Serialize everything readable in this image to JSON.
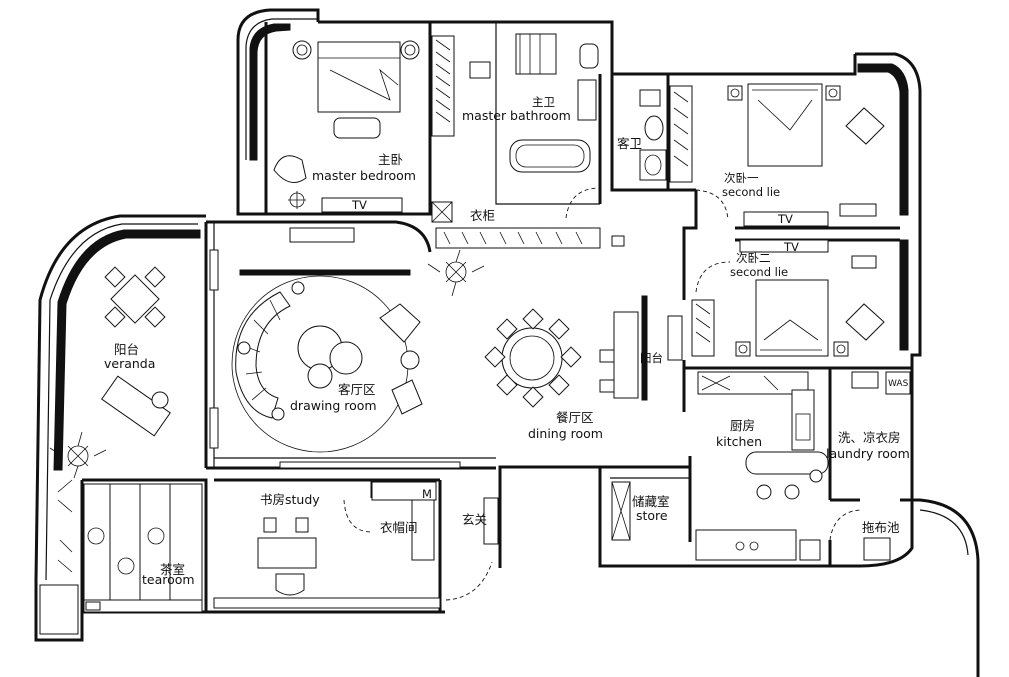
{
  "rooms": {
    "master_bedroom": {
      "cn": "主卧",
      "en": "master bedroom"
    },
    "master_bathroom": {
      "cn": "主卫",
      "en": "master bathroom"
    },
    "guest_wc": {
      "cn": "客卫"
    },
    "wardrobe": {
      "cn": "衣柜"
    },
    "second_lie_1": {
      "cn": "次卧一",
      "en": "second lie"
    },
    "second_lie_2": {
      "cn": "次卧二",
      "en": "second lie"
    },
    "veranda": {
      "cn": "阳台",
      "en": "veranda"
    },
    "drawing_room": {
      "cn": "客厅区",
      "en": "drawing room"
    },
    "dining_room": {
      "cn": "餐厅区",
      "en": "dining room"
    },
    "balcony_small": {
      "cn": "阳台"
    },
    "kitchen": {
      "cn": "厨房",
      "en": "kitchen"
    },
    "laundry": {
      "cn": "洗、凉衣房",
      "en": "laundry room"
    },
    "store": {
      "cn": "储藏室",
      "en": "store"
    },
    "mop_pool": {
      "cn": "拖布池"
    },
    "study": {
      "cn": "书房study"
    },
    "cloakroom": {
      "cn": "衣帽间"
    },
    "entrance": {
      "cn": "玄关"
    },
    "tearoom": {
      "cn": "茶室",
      "en": "tearoom"
    }
  },
  "tv_labels": {
    "master": "TV",
    "second1": "TV",
    "second2": "TV"
  },
  "appliance_labels": {
    "washer": "WAS"
  }
}
